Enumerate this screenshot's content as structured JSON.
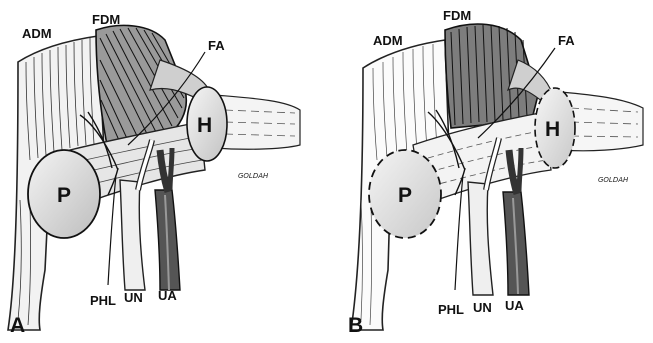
{
  "panels": [
    {
      "letter": "A",
      "labels": {
        "adm": "ADM",
        "fdm": "FDM",
        "fa": "FA",
        "h": "H",
        "p": "P",
        "phl": "PHL",
        "un": "UN",
        "ua": "UA"
      },
      "signature": "GOLDAH",
      "style": "solid"
    },
    {
      "letter": "B",
      "labels": {
        "adm": "ADM",
        "fdm": "FDM",
        "fa": "FA",
        "h": "H",
        "p": "P",
        "phl": "PHL",
        "un": "UN",
        "ua": "UA"
      },
      "signature": "GOLDAH",
      "style": "dashed"
    }
  ]
}
